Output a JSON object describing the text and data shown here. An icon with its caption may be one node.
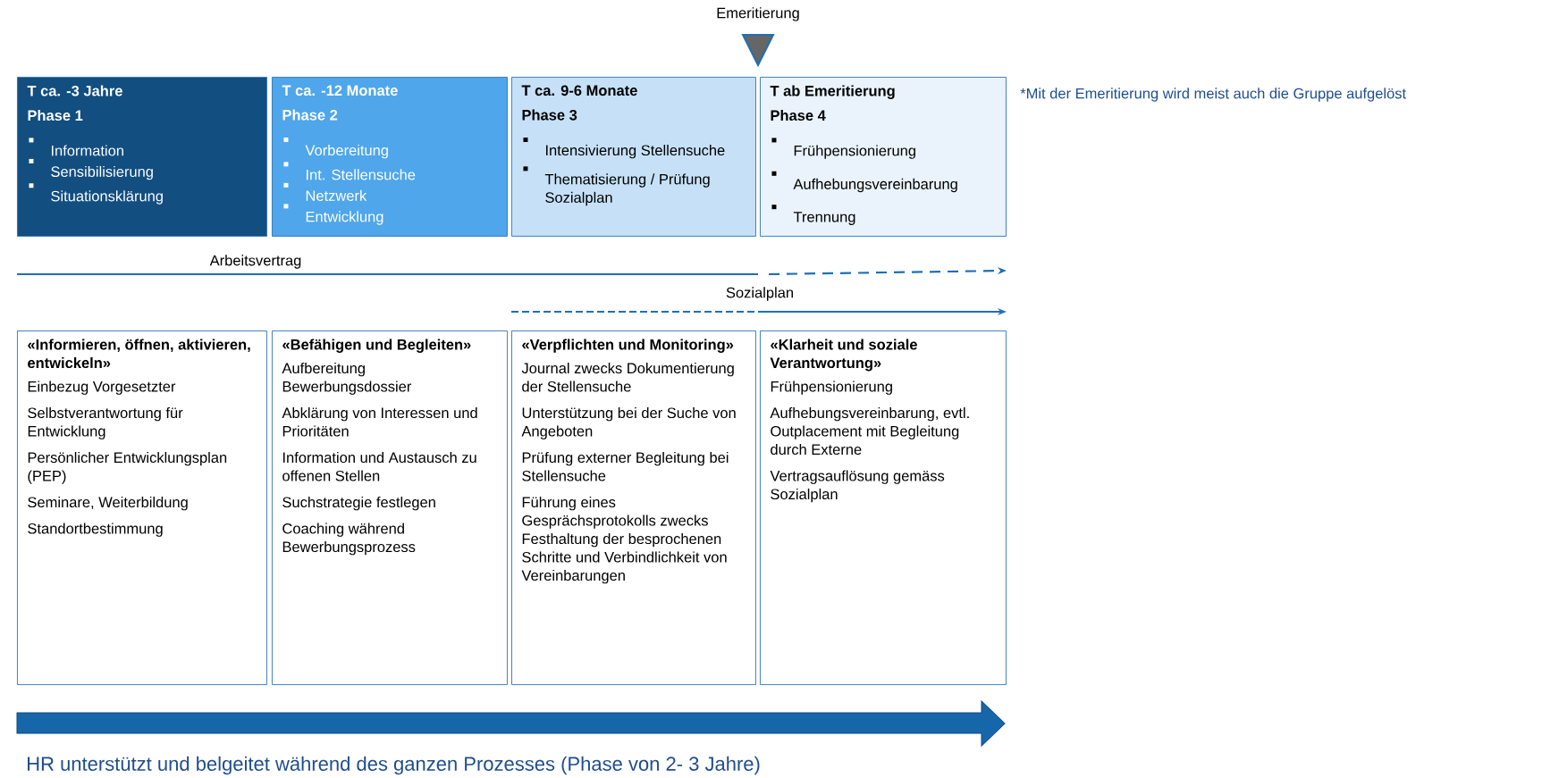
{
  "diagram": {
    "nodes": [
      {
        "text": [
          "Emeritierung"
        ]
      },
      {
        "text": [
          "T ca. -3 Jahre",
          "Phase 1",
          "Information",
          "Sensibilisierung",
          "Situationsklärung"
        ]
      },
      {
        "text": [
          "T ca. -12 Monate",
          "Phase 2",
          "Vorbereitung",
          "Int. Stellensuche",
          "Netzwerk",
          "Entwicklung"
        ]
      },
      {
        "text": [
          "T ca. 9-6 Monate",
          "Phase 3",
          "Intensivierung Stellensuche",
          "Thematisierung / Prüfung Sozialplan"
        ]
      },
      {
        "text": [
          "T ab Emeritierung",
          "Phase 4",
          "Frühpensionierung",
          "Aufhebungsvereinbarung",
          "Trennung"
        ]
      },
      {
        "text": [
          "«Informieren, öffnen, aktivieren, entwickeln»",
          "Einbezug Vorgesetzter",
          "Selbstverantwortung für Entwicklung",
          "Persönlicher Entwicklungsplan (PEP)",
          "Seminare, Weiterbildung",
          "Standortbestimmung"
        ]
      },
      {
        "text": [
          "«Befähigen und Begleiten»",
          "Aufbereitung Bewerbungsdossier",
          "Abklärung von Interessen und Prioritäten",
          "Information und Austausch zu offenen Stellen",
          "Suchstrategie festlegen",
          "Coaching während Bewerbungsprozess"
        ]
      },
      {
        "text": [
          "«Verpflichten und Monitoring»",
          "Journal zwecks Dokumentierung der Stellensuche",
          "Unterstützung bei der Suche von Angeboten",
          "Prüfung externer Begleitung bei Stellensuche",
          "Führung eines Gesprächsprotokolls zwecks Festhaltung der besprochenen Schritte und Verbindlichkeit von Vereinbarungen"
        ]
      },
      {
        "text": [
          "«Klarheit und soziale Verantwortung»",
          "Frühpensionierung",
          "Aufhebungsvereinbarung, evtl. Outplacement mit Begleitung durch Externe",
          "Vertragsauflösung gemäss Sozialplan"
        ]
      }
    ],
    "labels": [
      "*Mit der Emeritierung  wird meist auch die Gruppe aufgelöst",
      "Arbeitsvertrag",
      "Sozialplan",
      "HR unterstützt und belgeitet während des ganzen Prozesses (Phase von 2- 3 Jahre)"
    ]
  }
}
